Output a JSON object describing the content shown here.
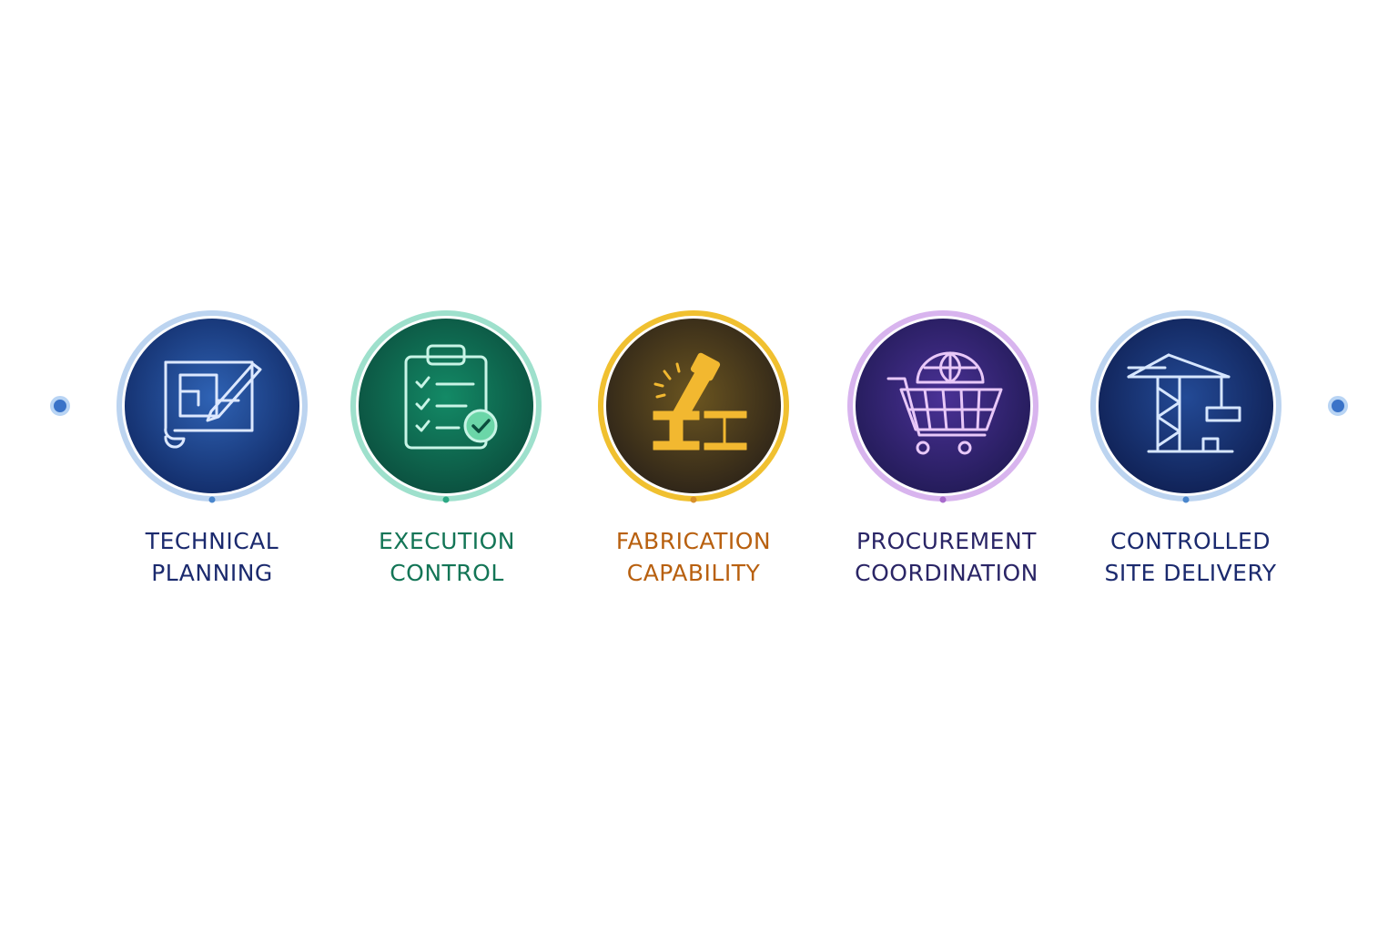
{
  "steps": [
    {
      "line1": "TECHNICAL",
      "line2": "PLANNING",
      "icon": "blueprint-pencil-icon",
      "color": "#1b2a6e",
      "accent": "#2d5bb0"
    },
    {
      "line1": "EXECUTION",
      "line2": "CONTROL",
      "icon": "clipboard-checklist-icon",
      "color": "#137556",
      "accent": "#0f7a5c"
    },
    {
      "line1": "FABRICATION",
      "line2": "CAPABILITY",
      "icon": "welding-beam-icon",
      "color": "#b8600f",
      "accent": "#e8b020"
    },
    {
      "line1": "PROCUREMENT",
      "line2": "COORDINATION",
      "icon": "shopping-cart-globe-icon",
      "color": "#2a2566",
      "accent": "#b48ae0"
    },
    {
      "line1": "CONTROLLED",
      "line2": "SITE DELIVERY",
      "icon": "tower-crane-icon",
      "color": "#1b2a6e",
      "accent": "#2d5bb0"
    }
  ]
}
